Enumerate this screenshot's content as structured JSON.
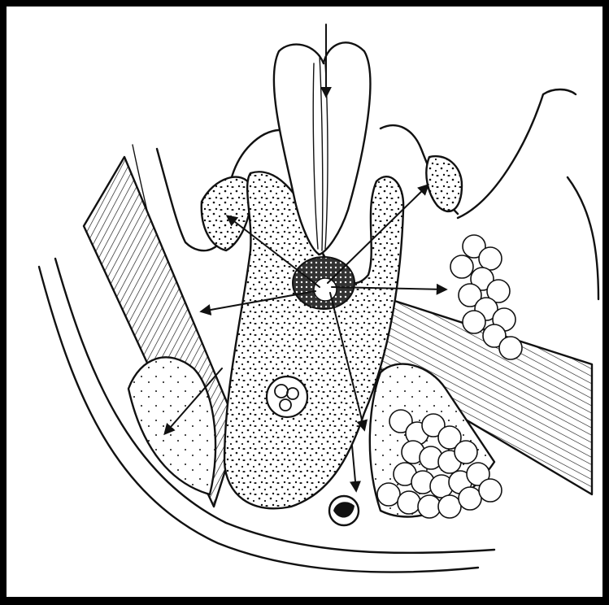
{
  "figure": {
    "style": "black-and-white line illustration",
    "background_color": "#ffffff",
    "frame_color": "#000000",
    "ink_color": "#111111"
  },
  "structures": [
    {
      "name": "tooth-crown"
    },
    {
      "name": "tooth-root"
    },
    {
      "name": "root-apex-lesion"
    },
    {
      "name": "cancellous-bone"
    },
    {
      "name": "muscle-band-left"
    },
    {
      "name": "muscle-band-right"
    },
    {
      "name": "gland-lobules"
    },
    {
      "name": "round-vessel"
    },
    {
      "name": "jaw-outline"
    }
  ],
  "arrows": [
    {
      "name": "arrow-down-into-tooth"
    },
    {
      "name": "arrow-upper-left"
    },
    {
      "name": "arrow-upper-right"
    },
    {
      "name": "arrow-left"
    },
    {
      "name": "arrow-right"
    },
    {
      "name": "arrow-lower-left"
    },
    {
      "name": "arrow-lower-right"
    },
    {
      "name": "arrow-down-to-vessel"
    }
  ]
}
